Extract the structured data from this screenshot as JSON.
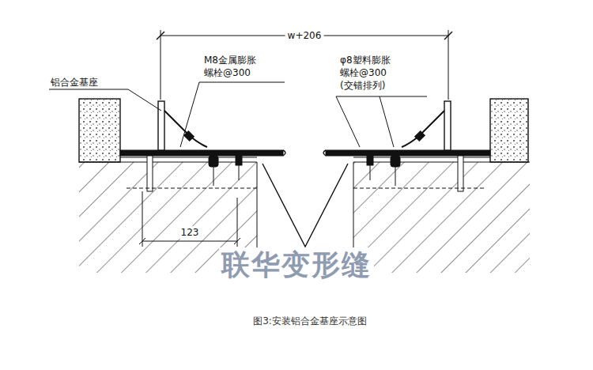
{
  "diagram": {
    "caption": "图3:安装铝合金基座示意图",
    "labels": [
      "w+206",
      "铝合金基座",
      "M8金属膨胀 螺栓@300",
      "φ8塑料膨胀 螺栓@300 (交错排列)",
      "123",
      "联华变形缝"
    ]
  }
}
